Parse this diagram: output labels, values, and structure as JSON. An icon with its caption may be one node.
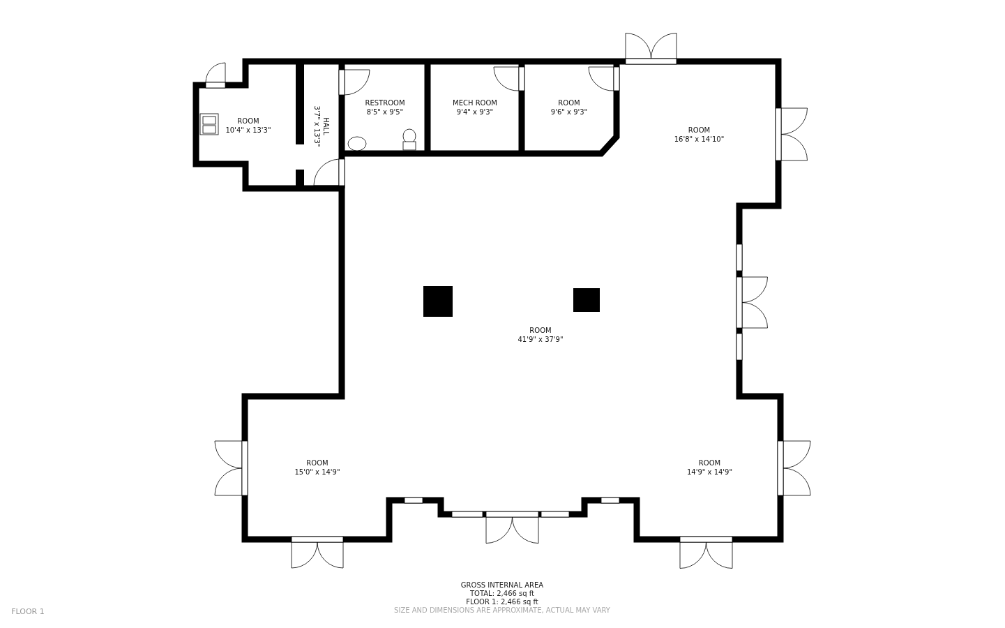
{
  "diagram": {
    "nodes": [
      {
        "text": [
          "ROOM",
          "10'4\" x 13'3\""
        ]
      },
      {
        "text": [
          "HALL",
          "3'7\" x 13'3\""
        ]
      },
      {
        "text": [
          "RESTROOM",
          "8'5\" x 9'5\""
        ]
      },
      {
        "text": [
          "MECH ROOM",
          "9'4\" x 9'3\""
        ]
      },
      {
        "text": [
          "ROOM",
          "9'6\" x 9'3\""
        ]
      },
      {
        "text": [
          "ROOM",
          "16'8\" x 14'10\""
        ]
      },
      {
        "text": [
          "ROOM",
          "41'9\" x 37'9\""
        ]
      },
      {
        "text": [
          "ROOM",
          "15'0\" x 14'9\""
        ]
      },
      {
        "text": [
          "ROOM",
          "14'9\" x 14'9\""
        ]
      }
    ],
    "labels": [
      "GROSS INTERNAL AREA",
      "TOTAL: 2,466 sq ft",
      "FLOOR 1: 2,466 sq ft",
      "SIZE AND DIMENSIONS ARE APPROXIMATE, ACTUAL MAY VARY",
      "FLOOR 1"
    ]
  }
}
